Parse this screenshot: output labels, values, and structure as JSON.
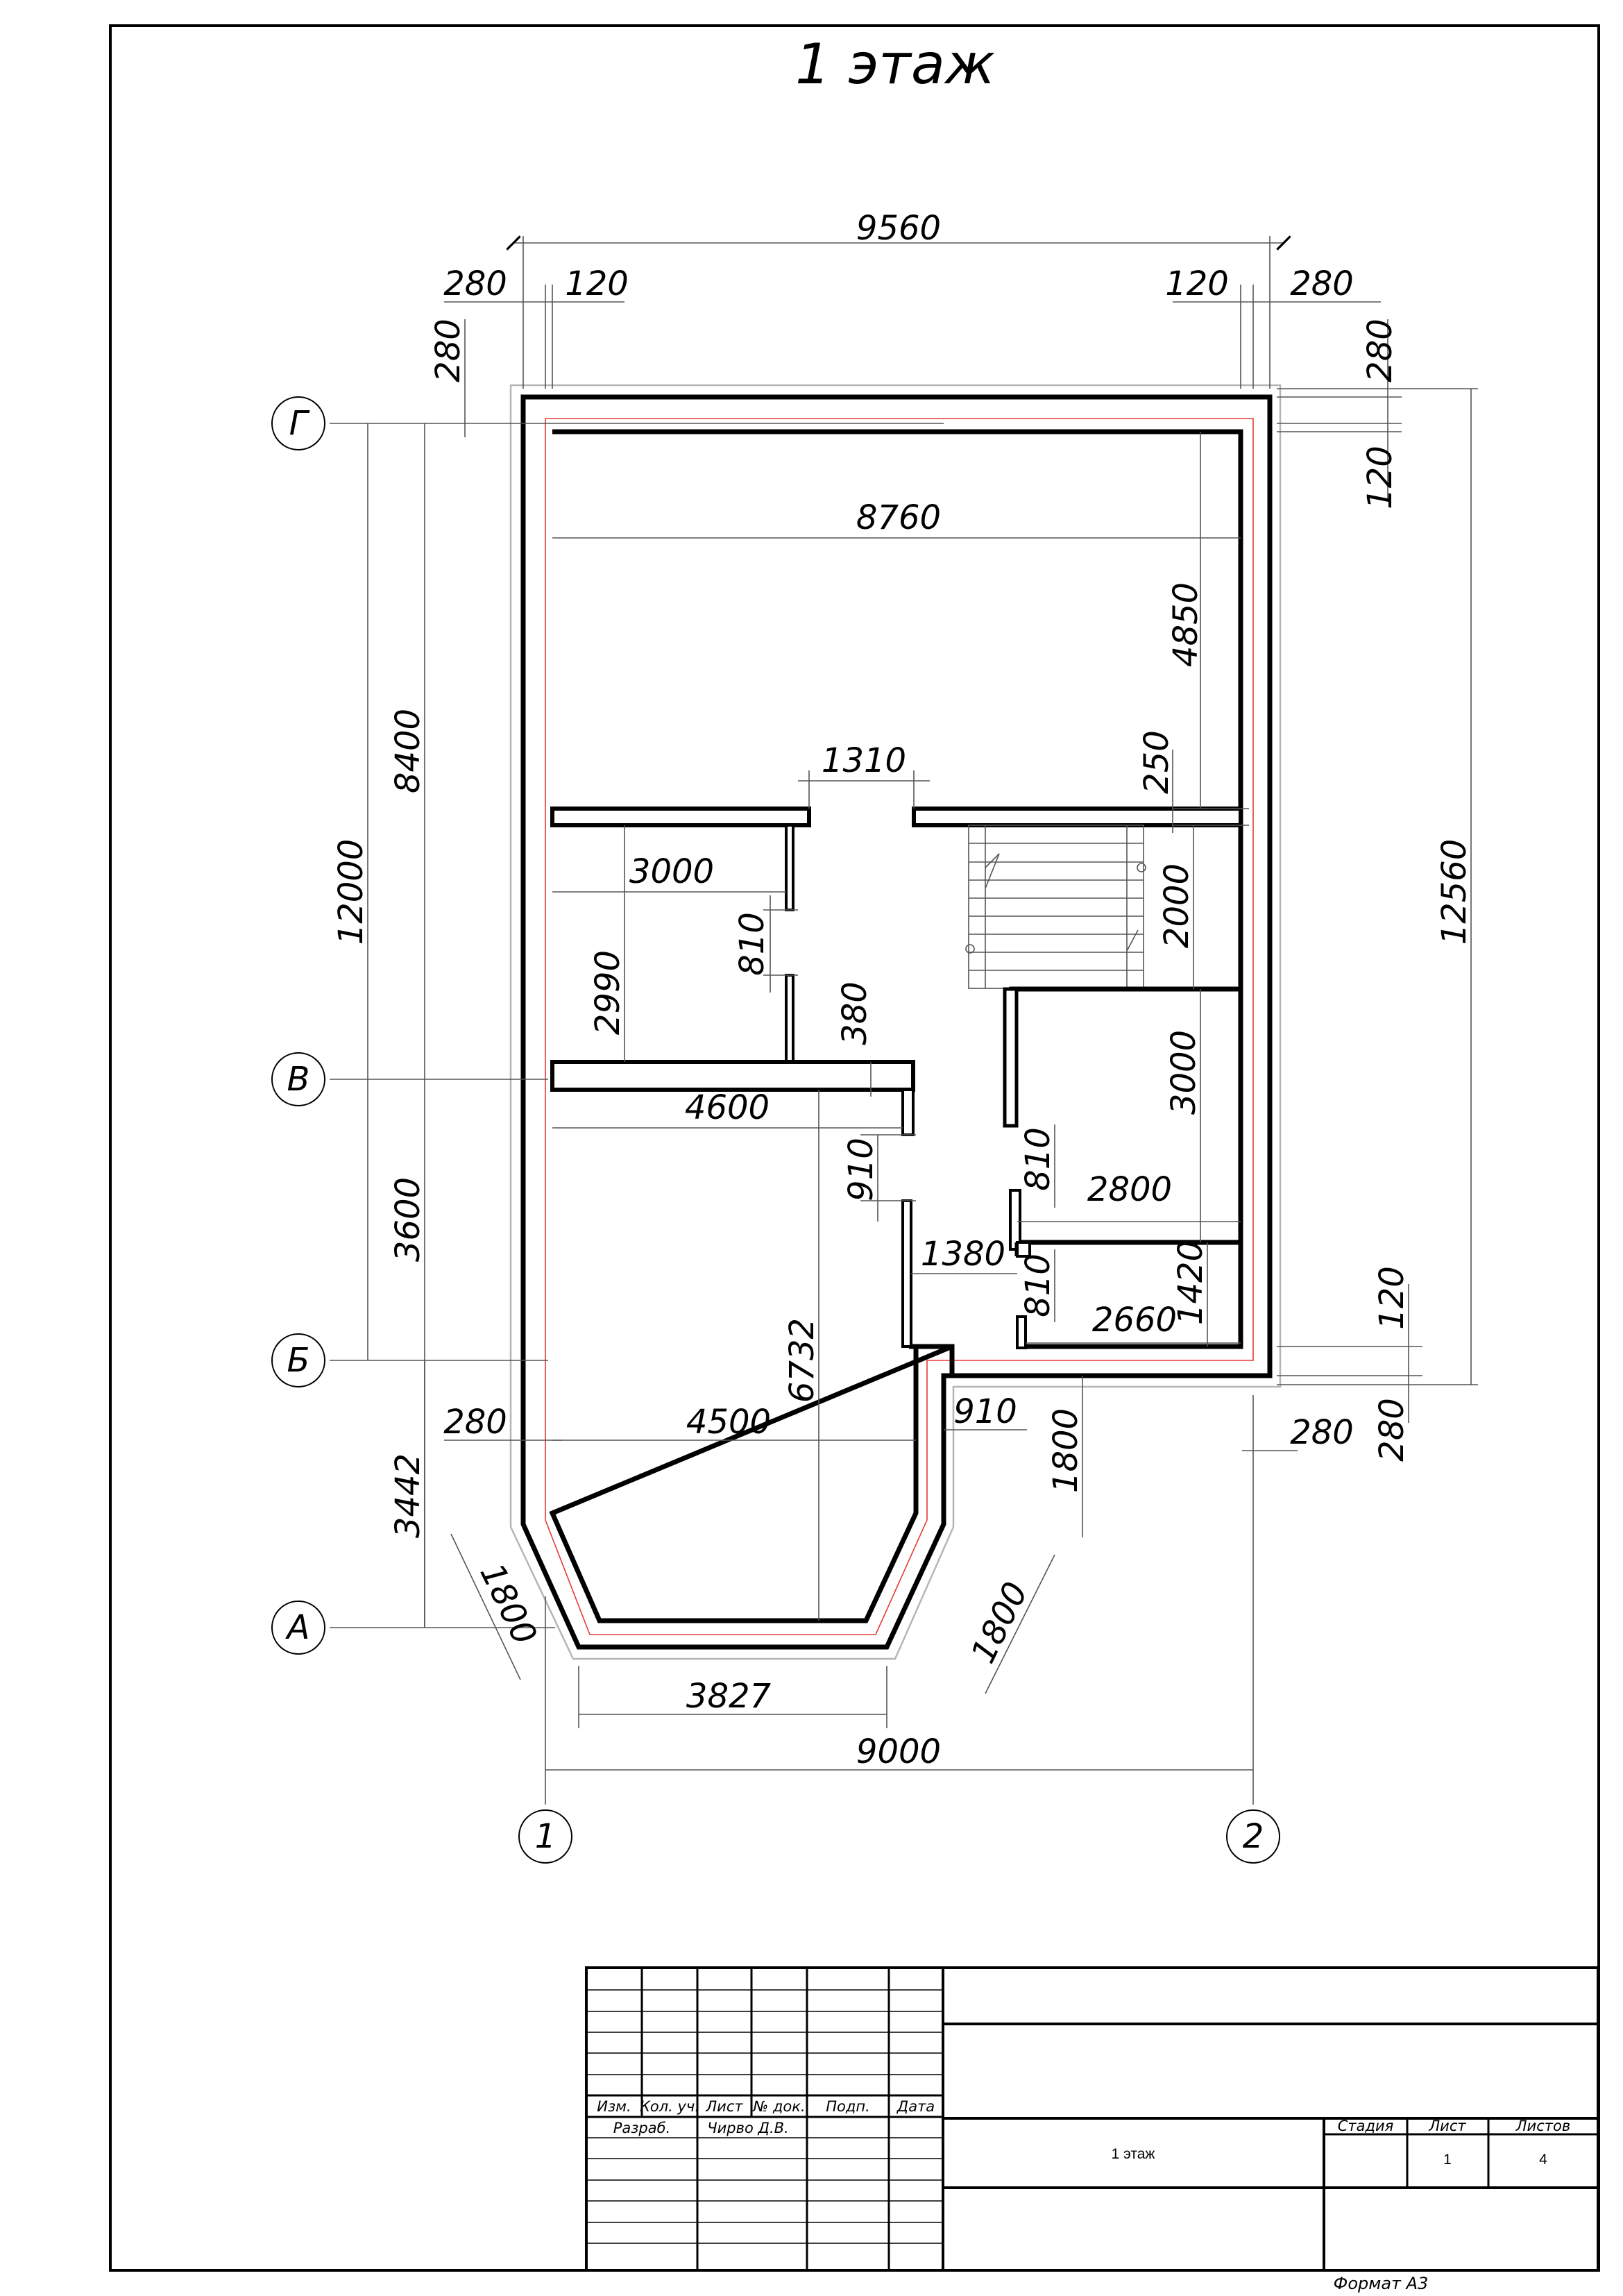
{
  "drawing": {
    "title": "1 этаж",
    "format_label": "Формат А3"
  },
  "axes": {
    "rows": [
      "Г",
      "В",
      "Б",
      "А"
    ],
    "columns": [
      "1",
      "2"
    ]
  },
  "dimensions": {
    "top_overall": "9560",
    "top_left_280": "280",
    "top_left_120": "120",
    "top_right_120": "120",
    "top_right_280": "280",
    "left_top_280": "280",
    "right_top_280": "280",
    "right_top_120": "120",
    "interior_width": "8760",
    "hall_depth": "4850",
    "door_opening": "1310",
    "wall_250": "250",
    "total_12000": "12000",
    "span_8400": "8400",
    "span_12560": "12560",
    "room_3000": "3000",
    "door_810_a": "810",
    "room_2990": "2990",
    "wall_380": "380",
    "stair_2000": "2000",
    "room_right_3000": "3000",
    "room_4600": "4600",
    "door_910_a": "910",
    "door_810_b": "810",
    "room_2800": "2800",
    "span_3600": "3600",
    "door_1380": "1380",
    "door_810_c": "810",
    "room_1420": "1420",
    "room_2660": "2660",
    "right_120": "120",
    "height_6732": "6732",
    "left_280": "280",
    "room_4500": "4500",
    "door_910_b": "910",
    "dim_1800_v": "1800",
    "right_bottom_280": "280",
    "right_bottom_280b": "280",
    "span_3442": "3442",
    "bay_1800_left": "1800",
    "bay_1800_right": "1800",
    "bay_3827": "3827",
    "bottom_9000": "9000"
  },
  "title_block": {
    "headers": [
      "Изм.",
      "Кол. уч.",
      "Лист",
      "№ док.",
      "Подп.",
      "Дата"
    ],
    "developed_label": "Разраб.",
    "developer_name": "Чирво Д.В.",
    "sheet_name": "1 этаж",
    "stage_label": "Стадия",
    "sheet_label": "Лист",
    "sheets_label": "Листов",
    "sheet_value": "1",
    "sheets_value": "4"
  }
}
